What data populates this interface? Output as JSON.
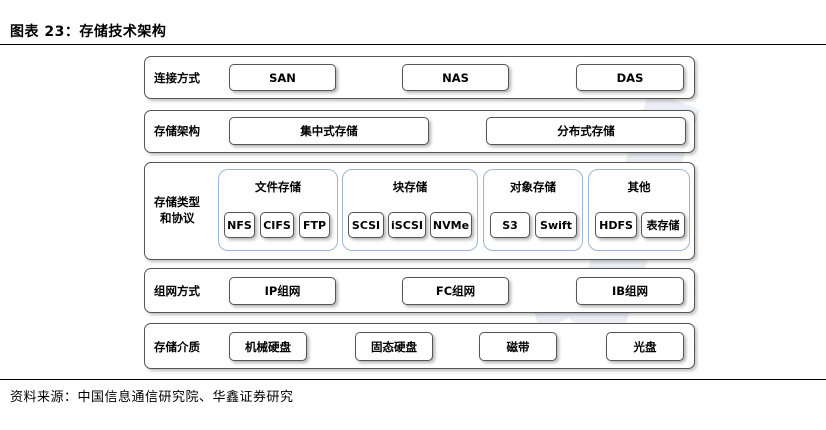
{
  "figure_title": "图表 23：存储技术架构",
  "source": "资料来源：中国信息通信研究院、华鑫证券研究",
  "layers": {
    "connection": {
      "label": "连接方式",
      "items": [
        "SAN",
        "NAS",
        "DAS"
      ]
    },
    "architecture": {
      "label": "存储架构",
      "items": [
        "集中式存储",
        "分布式存储"
      ]
    },
    "types": {
      "label_line1": "存储类型",
      "label_line2": "和协议",
      "groups": [
        {
          "title": "文件存储",
          "items": [
            "NFS",
            "CIFS",
            "FTP"
          ]
        },
        {
          "title": "块存储",
          "items": [
            "SCSI",
            "iSCSI",
            "NVMe"
          ]
        },
        {
          "title": "对象存储",
          "items": [
            "S3",
            "Swift"
          ]
        },
        {
          "title": "其他",
          "items": [
            "HDFS",
            "表存储"
          ]
        }
      ]
    },
    "network": {
      "label": "组网方式",
      "items": [
        "IP组网",
        "FC组网",
        "IB组网"
      ]
    },
    "media": {
      "label": "存储介质",
      "items": [
        "机械硬盘",
        "固态硬盘",
        "磁带",
        "光盘"
      ]
    }
  }
}
